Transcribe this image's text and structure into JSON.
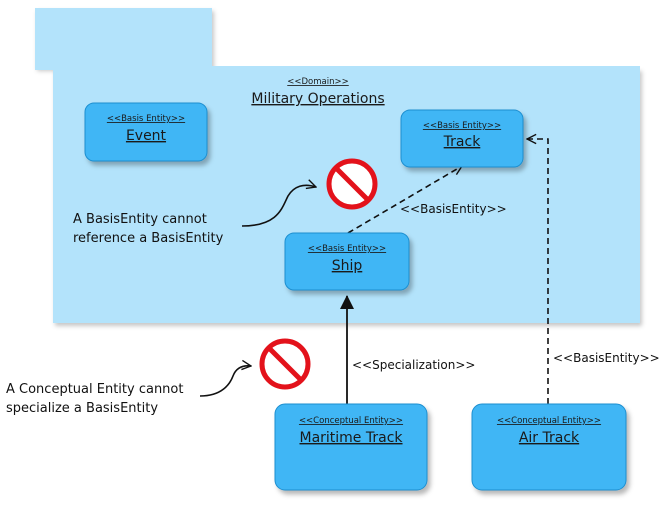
{
  "domain_package": {
    "stereotype": "<<Domain>>",
    "name": "Military Operations"
  },
  "nodes": {
    "event": {
      "stereotype": "<<Basis Entity>>",
      "name": "Event"
    },
    "track": {
      "stereotype": "<<Basis Entity>>",
      "name": "Track"
    },
    "ship": {
      "stereotype": "<<Basis Entity>>",
      "name": "Ship"
    },
    "maritime_track": {
      "stereotype": "<<Conceptual Entity>>",
      "name": "Maritime Track"
    },
    "air_track": {
      "stereotype": "<<Conceptual Entity>>",
      "name": "Air Track"
    }
  },
  "edges": {
    "ship_to_track": "<<BasisEntity>>",
    "maritime_to_ship": "<<Specialization>>",
    "air_to_track": "<<BasisEntity>>"
  },
  "notes": {
    "basis_line1": "A BasisEntity cannot",
    "basis_line2": "reference a BasisEntity",
    "conceptual_line1": "A Conceptual Entity cannot",
    "conceptual_line2": "specialize a BasisEntity"
  },
  "colors": {
    "package_fill": "#b3e3fb",
    "entity_fill": "#41b6f5",
    "prohibited_red": "#e3121b"
  }
}
